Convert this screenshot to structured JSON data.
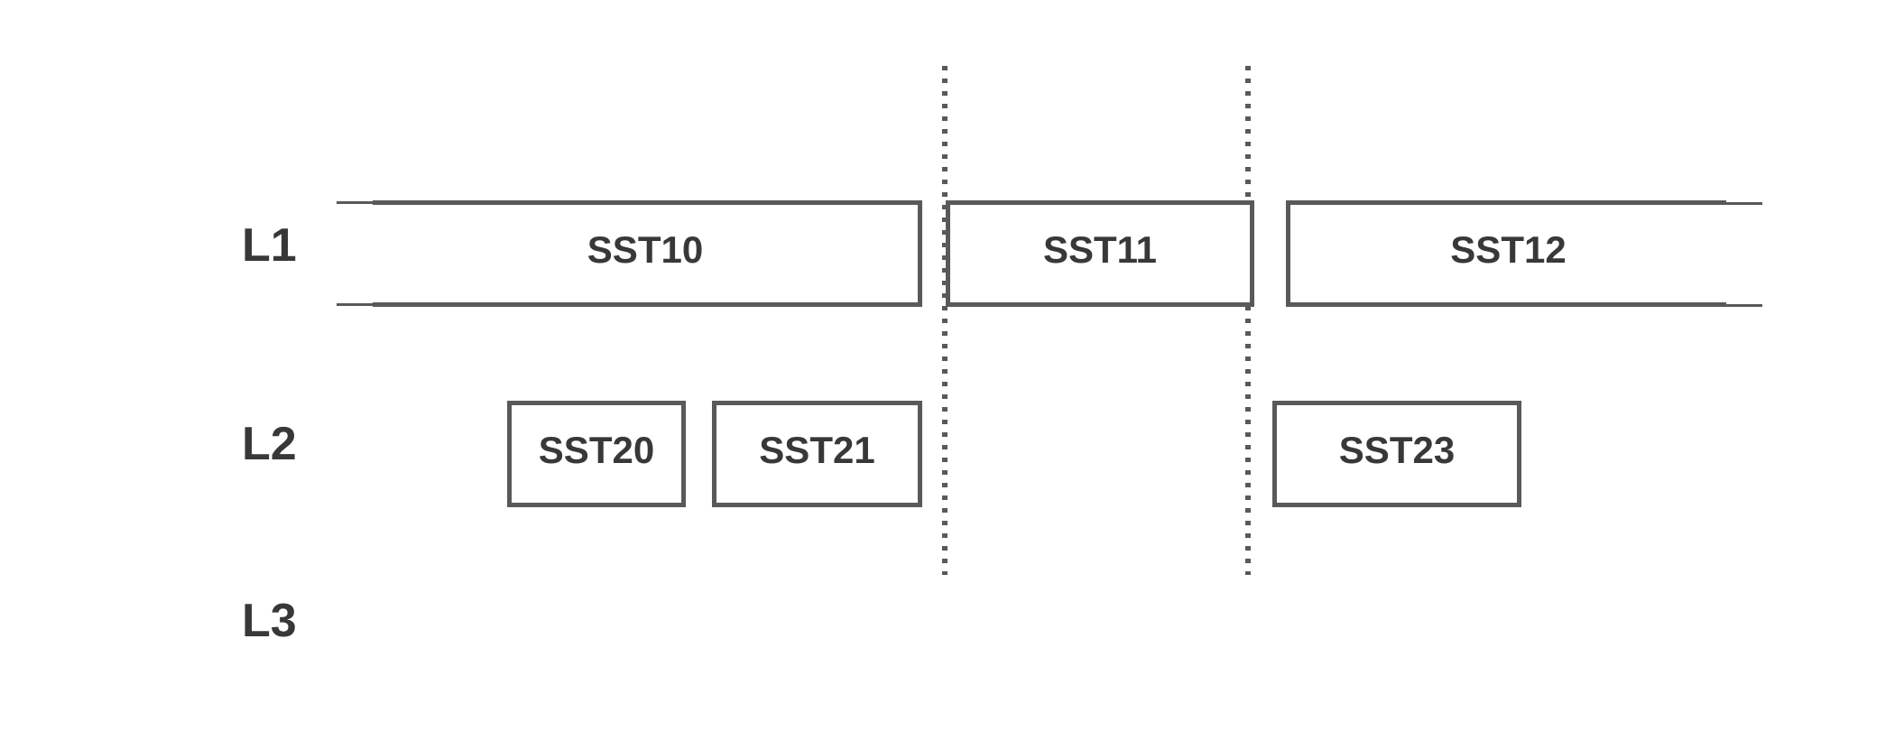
{
  "diagram": {
    "colors": {
      "line": "#595959",
      "text": "#383838",
      "background": "#ffffff"
    },
    "lanes": [
      {
        "label": "L1",
        "boxes": [
          {
            "label": "SST10"
          },
          {
            "label": "SST11"
          },
          {
            "label": "SST12"
          }
        ]
      },
      {
        "label": "L2",
        "boxes": [
          {
            "label": "SST20"
          },
          {
            "label": "SST21"
          },
          {
            "label": "SST23"
          }
        ]
      },
      {
        "label": "L3",
        "boxes": []
      }
    ]
  }
}
